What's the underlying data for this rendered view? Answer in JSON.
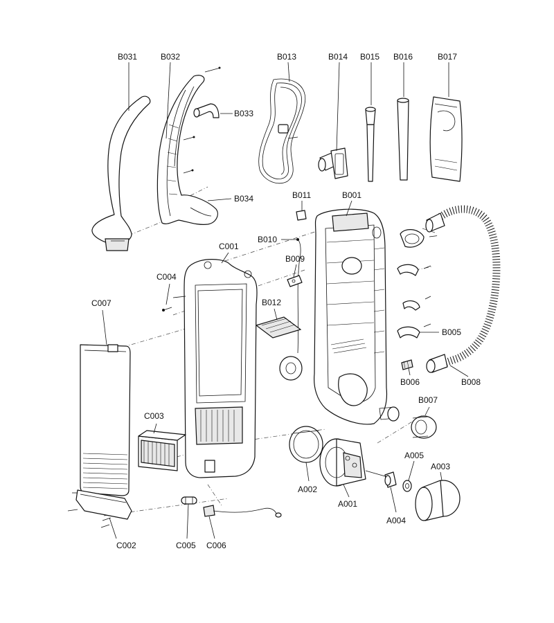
{
  "callouts": {
    "B031": "B031",
    "B032": "B032",
    "B033": "B033",
    "B034": "B034",
    "B013": "B013",
    "B014": "B014",
    "B015": "B015",
    "B016": "B016",
    "B017": "B017",
    "B011": "B011",
    "B001": "B001",
    "B010": "B010",
    "B009": "B009",
    "B012": "B012",
    "B005": "B005",
    "B006": "B006",
    "B007": "B007",
    "B008": "B008",
    "C001": "C001",
    "C004": "C004",
    "C007": "C007",
    "C003": "C003",
    "C002": "C002",
    "C005": "C005",
    "C006": "C006",
    "A002": "A002",
    "A001": "A001",
    "A004": "A004",
    "A005": "A005",
    "A003": "A003"
  }
}
